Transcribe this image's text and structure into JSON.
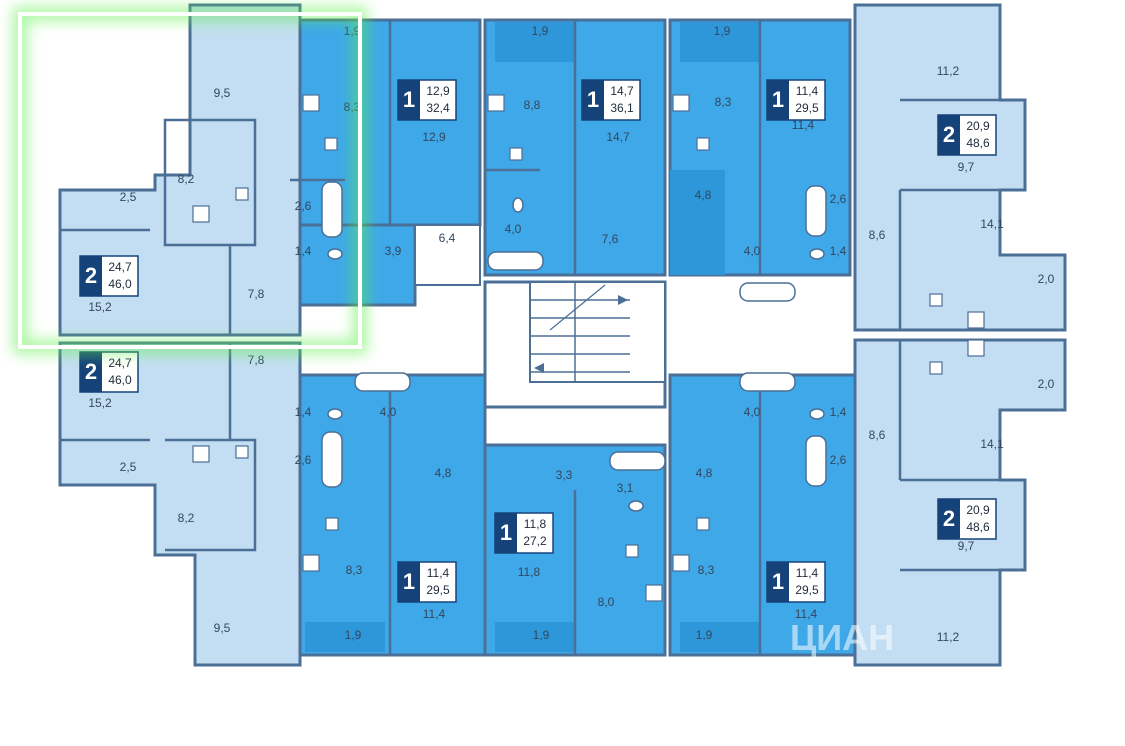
{
  "colors": {
    "light_apartment": "#c3def2",
    "dark_apartment": "#3ea8e8",
    "darker_zone": "#2d97da",
    "wall": "#4b6f96",
    "highlight": "#5ff04a",
    "badge": "#16427a"
  },
  "icons": [
    "bathtub-icon",
    "toilet-icon",
    "sink-icon",
    "stove-icon",
    "stair-arrow-icon"
  ],
  "apartments": [
    {
      "id": "left-top",
      "rooms_count": "2",
      "living": "24,7",
      "total": "46,0",
      "rooms": [
        "9,5",
        "8,2",
        "2,5",
        "15,2",
        "7,8",
        "2,6",
        "1,4",
        "1,9",
        "8,3",
        "3,9"
      ]
    },
    {
      "id": "left-bottom",
      "rooms_count": "2",
      "living": "24,7",
      "total": "46,0",
      "rooms": [
        "7,8",
        "15,2",
        "2,5",
        "8,2",
        "9,5",
        "1,4",
        "2,6",
        "4,0"
      ]
    },
    {
      "id": "top-1",
      "rooms_count": "1",
      "living": "12,9",
      "total": "32,4",
      "rooms": [
        "12,9",
        "6,4"
      ]
    },
    {
      "id": "top-2",
      "rooms_count": "1",
      "living": "14,7",
      "total": "36,1",
      "rooms": [
        "1,9",
        "8,8",
        "14,7",
        "4,0",
        "7,6"
      ]
    },
    {
      "id": "top-3",
      "rooms_count": "1",
      "living": "11,4",
      "total": "29,5",
      "rooms": [
        "1,9",
        "8,3",
        "11,4",
        "4,8",
        "4,0",
        "2,6",
        "1,4"
      ]
    },
    {
      "id": "right-top",
      "rooms_count": "2",
      "living": "20,9",
      "total": "48,6",
      "rooms": [
        "11,2",
        "9,7",
        "14,1",
        "8,6",
        "2,0"
      ]
    },
    {
      "id": "right-bottom",
      "rooms_count": "2",
      "living": "20,9",
      "total": "48,6",
      "rooms": [
        "2,0",
        "14,1",
        "8,6",
        "9,7",
        "11,2"
      ]
    },
    {
      "id": "bottom-1",
      "rooms_count": "1",
      "living": "11,4",
      "total": "29,5",
      "rooms": [
        "4,8",
        "8,3",
        "11,4",
        "1,9"
      ]
    },
    {
      "id": "bottom-2",
      "rooms_count": "1",
      "living": "11,8",
      "total": "27,2",
      "rooms": [
        "3,3",
        "3,1",
        "11,8",
        "8,0",
        "1,9"
      ]
    },
    {
      "id": "bottom-3",
      "rooms_count": "1",
      "living": "11,4",
      "total": "29,5",
      "rooms": [
        "4,8",
        "4,0",
        "1,4",
        "2,6",
        "8,3",
        "11,4",
        "1,9"
      ]
    }
  ],
  "watermark": "ЦИАН"
}
